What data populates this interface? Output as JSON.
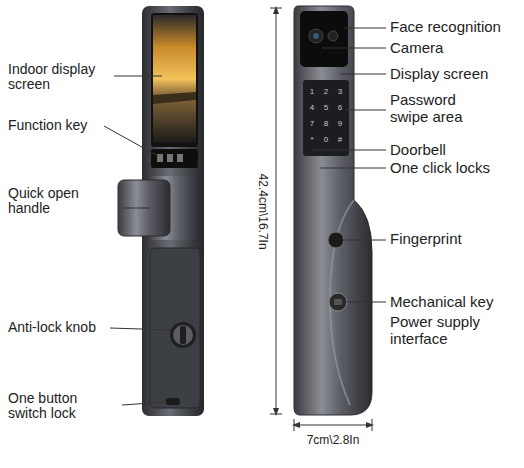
{
  "diagram": {
    "labels": [
      "Indoor display screen",
      "Function key",
      "Quick open handle",
      "Anti-lock knob",
      "One button switch lock",
      "42.4cm\\16.7In",
      "Face recognition",
      "Camera",
      "Display screen",
      "Password swipe area",
      "Doorbell",
      "One click locks",
      "Fingerprint",
      "Mechanical key",
      "Power supply interface",
      "7cm\\2.8In",
      "1",
      "2",
      "3",
      "4",
      "5",
      "6",
      "7",
      "8",
      "9",
      "*",
      "0",
      "#"
    ]
  }
}
